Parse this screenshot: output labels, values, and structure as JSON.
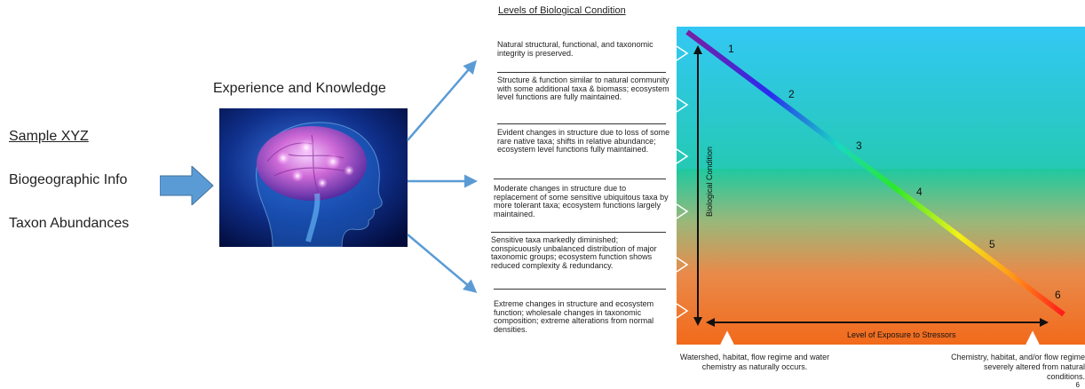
{
  "inputs": {
    "sample_label": "Sample XYZ",
    "biogeo_label": "Biogeographic  Info",
    "taxon_label": "Taxon Abundances"
  },
  "experience_title": "Experience and Knowledge",
  "levels": {
    "title": "Levels of Biological Condition",
    "items": [
      "Natural structural, functional, and taxonomic integrity is preserved.",
      "Structure & function similar to natural community with some additional taxa & biomass; ecosystem level functions are fully maintained.",
      "Evident changes in structure due to loss of some rare native taxa; shifts in relative abundance; ecosystem level functions fully maintained.",
      "Moderate changes in structure due to replacement of  some sensitive ubiquitous taxa by more tolerant taxa; ecosystem functions largely maintained.",
      "Sensitive taxa markedly diminished; conspicuously unbalanced distribution of major taxonomic groups; ecosystem function shows reduced complexity & redundancy.",
      "Extreme changes in structure and ecosystem function; wholesale changes in taxonomic composition; extreme alterations from normal densities."
    ]
  },
  "chart": {
    "y_axis_label": "Biological Condition",
    "x_axis_label": "Level of Exposure to Stressors",
    "tier_numbers": [
      "1",
      "2",
      "3",
      "4",
      "5",
      "6"
    ],
    "left_note": "Watershed, habitat, flow regime and water chemistry as naturally occurs.",
    "right_note": "Chemistry, habitat, and/or flow regime severely altered from natural conditions."
  },
  "page_number": "6",
  "colors": {
    "arrow_blue": "#5b9bd5",
    "sky_top": "#33c8f5",
    "teal_mid": "#1ec9a0",
    "orange_bottom": "#f26a1b",
    "line_start": "#7a1fa2",
    "line_end": "#ff1a1a"
  }
}
